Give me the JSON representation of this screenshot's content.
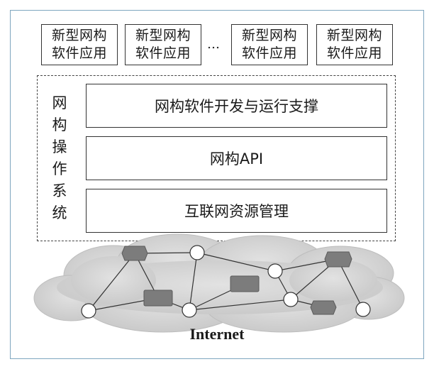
{
  "apps": [
    {
      "line1": "新型网构",
      "line2": "软件应用"
    },
    {
      "line1": "新型网构",
      "line2": "软件应用"
    },
    {
      "line1": "新型网构",
      "line2": "软件应用"
    },
    {
      "line1": "新型网构",
      "line2": "软件应用"
    }
  ],
  "ellipsis": "…",
  "os_label_chars": [
    "网",
    "构",
    "操",
    "作",
    "系",
    "统"
  ],
  "layers": {
    "top": "网构软件开发与运行支撑",
    "middle": "网构API",
    "bottom": "互联网资源管理"
  },
  "internet_label": "Internet"
}
